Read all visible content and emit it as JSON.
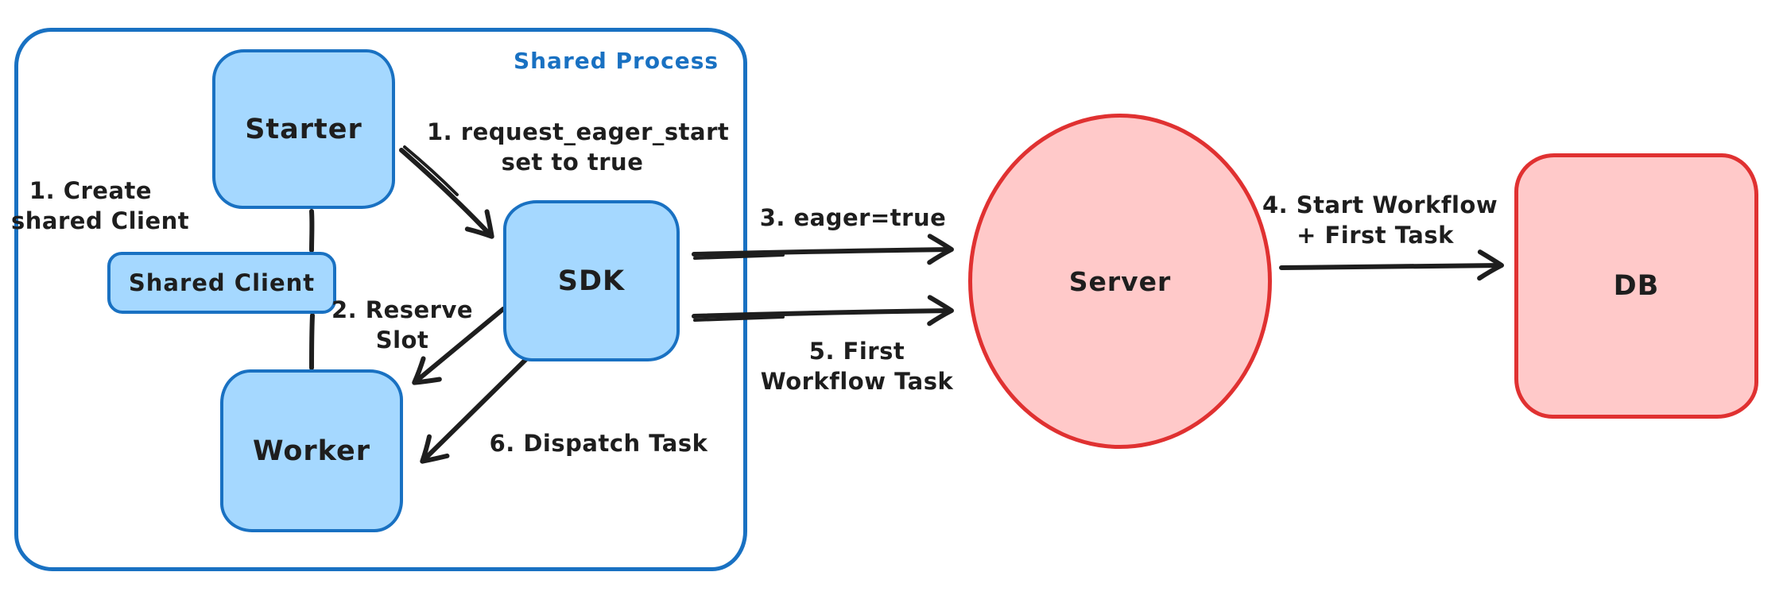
{
  "container": {
    "label": "Shared Process"
  },
  "nodes": {
    "starter": {
      "label": "Starter"
    },
    "shared_client": {
      "label": "Shared Client"
    },
    "worker": {
      "label": "Worker"
    },
    "sdk": {
      "label": "SDK"
    },
    "server": {
      "label": "Server"
    },
    "db": {
      "label": "DB"
    }
  },
  "annotations": {
    "step1_create": {
      "line1": "1. Create",
      "line2": "shared Client"
    },
    "step1_request": {
      "line1": "1. request_eager_start",
      "line2": "set to true"
    },
    "step2_reserve": {
      "line1": "2. Reserve",
      "line2": "Slot"
    },
    "step3_eager": {
      "label": "3. eager=true"
    },
    "step4_start": {
      "line1": "4. Start Workflow",
      "line2": "+ First Task"
    },
    "step5_first": {
      "line1": "5. First",
      "line2": "Workflow Task"
    },
    "step6_dispatch": {
      "label": "6. Dispatch Task"
    }
  },
  "colors": {
    "blue_stroke": "#1971c2",
    "blue_fill": "#a5d8ff",
    "red_stroke": "#e03131",
    "red_fill": "#ffc9c9",
    "ink": "#1e1e1e",
    "background": "#ffffff"
  }
}
